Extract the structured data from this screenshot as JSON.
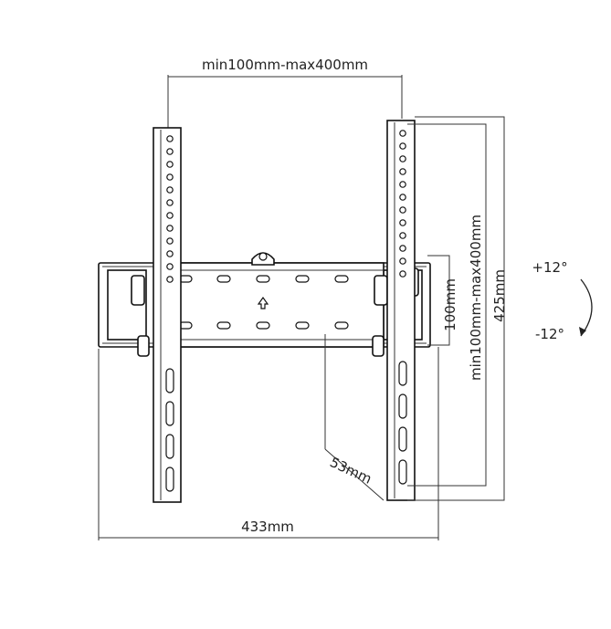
{
  "dimensions": {
    "width_vesa": "min100mm-max400mm",
    "height_vesa": "min100mm-max400mm",
    "min_height": "100mm",
    "arm_height": "425mm",
    "depth": "53mm",
    "plate_width": "433mm"
  },
  "tilt": {
    "up": "+12°",
    "down": "-12°"
  }
}
